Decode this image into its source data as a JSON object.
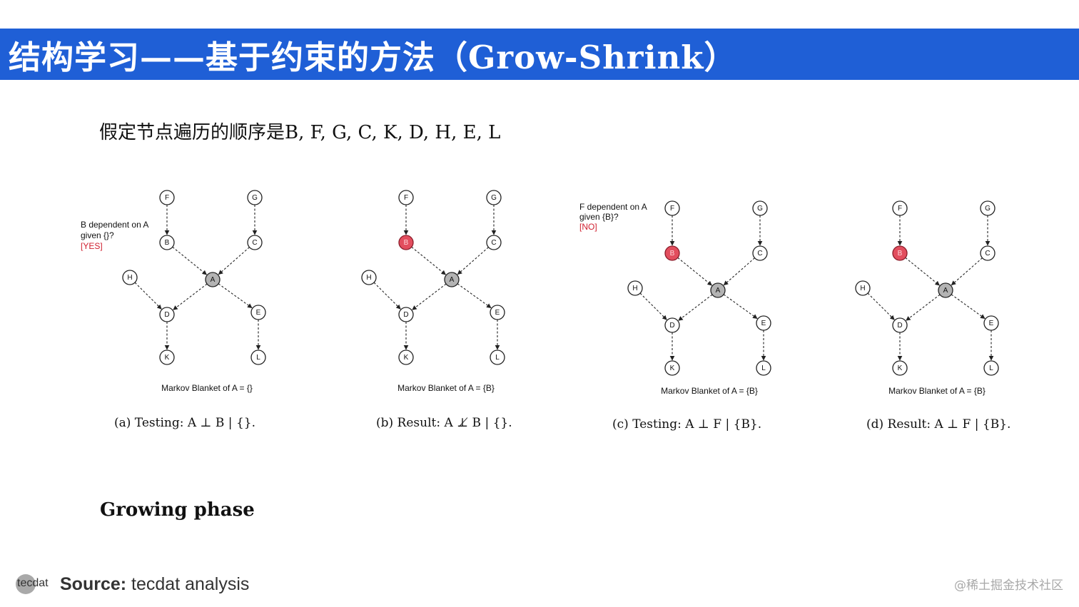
{
  "slide": {
    "title": "结构学习——基于约束的方法（Grow-Shrink）",
    "order_text": "假定节点遍历的顺序是B, F, G, C, K, D, H, E, L",
    "phase_label": "Growing phase"
  },
  "footer": {
    "logo_text": "tecdat",
    "source_label": "Source:",
    "source_value": "tecdat analysis",
    "watermark": "@稀土掘金技术社区"
  },
  "graph": {
    "nodes": [
      "F",
      "G",
      "B",
      "C",
      "H",
      "A",
      "D",
      "E",
      "K",
      "L"
    ],
    "edges": [
      [
        "F",
        "B"
      ],
      [
        "G",
        "C"
      ],
      [
        "B",
        "A"
      ],
      [
        "C",
        "A"
      ],
      [
        "H",
        "D"
      ],
      [
        "A",
        "D"
      ],
      [
        "A",
        "E"
      ],
      [
        "D",
        "K"
      ],
      [
        "E",
        "L"
      ]
    ]
  },
  "panels": [
    {
      "id": "a",
      "selected": [],
      "annotation": [
        "B dependent on A",
        "given {}?",
        "[YES]"
      ],
      "blanket": "Markov Blanket of A = {}",
      "caption": "(a) Testing: A ⊥ B | {}."
    },
    {
      "id": "b",
      "selected": [
        "B"
      ],
      "annotation": [],
      "blanket": "Markov Blanket of A = {B}",
      "caption": "(b) Result: A ⊥̸ B | {}."
    },
    {
      "id": "c",
      "selected": [
        "B"
      ],
      "annotation": [
        "F dependent on A",
        "given {B}?",
        "[NO]"
      ],
      "blanket": "Markov Blanket of A = {B}",
      "caption": "(c) Testing: A ⊥ F | {B}."
    },
    {
      "id": "d",
      "selected": [
        "B"
      ],
      "annotation": [],
      "blanket": "Markov Blanket of A = {B}",
      "caption": "(d) Result: A ⊥ F | {B}."
    }
  ],
  "colors": {
    "title_bar": "#1f5fd6",
    "selected_node": "#e24e5e",
    "target_node": "#b3b3b3",
    "answer_text": "#d02030"
  }
}
